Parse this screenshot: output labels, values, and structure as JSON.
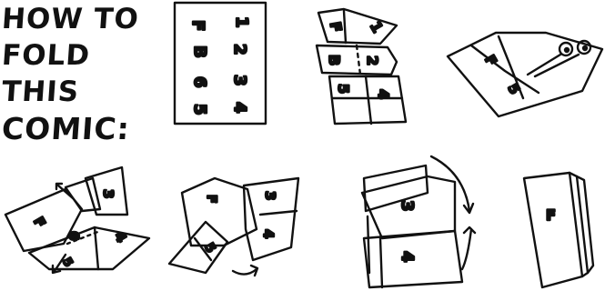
{
  "title": {
    "line1": "HOW TO",
    "line2": "FOLD",
    "line3": "THIS",
    "line4": "COMIC:"
  },
  "steps": [
    {
      "panels": [
        "F",
        "1",
        "B",
        "2",
        "6",
        "3",
        "5",
        "4"
      ]
    },
    {
      "panels": [
        "F",
        "1",
        "B",
        "2",
        "5",
        "4"
      ]
    },
    {
      "panels": [
        "F",
        "5"
      ]
    },
    {
      "panels": [
        "F",
        "3",
        "6",
        "4",
        "5"
      ]
    },
    {
      "panels": [
        "F",
        "3",
        "5",
        "4"
      ]
    },
    {
      "panels": [
        "3",
        "4"
      ]
    },
    {
      "panels": [
        "F"
      ]
    }
  ]
}
